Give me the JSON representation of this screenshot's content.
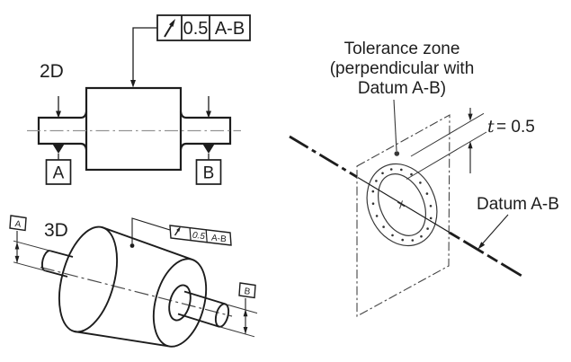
{
  "colors": {
    "line": "#1d1d1d",
    "thin": "#383838",
    "centerline_2d": "#949494",
    "centerline_3d": "#4a4a4a",
    "background": "#ffffff"
  },
  "view_2d": {
    "label": "2D",
    "fcf": {
      "symbol_icon": "circular-runout-arrow",
      "tolerance": "0.5",
      "datum": "A-B"
    },
    "datums": [
      {
        "label": "A"
      },
      {
        "label": "B"
      }
    ]
  },
  "view_3d": {
    "label": "3D",
    "fcf": {
      "symbol_icon": "circular-runout-arrow",
      "tolerance": "0.5",
      "datum": "A-B"
    },
    "datums": [
      {
        "label": "A"
      },
      {
        "label": "B"
      }
    ]
  },
  "tolerance_zone": {
    "caption_line1": "Tolerance zone",
    "caption_line2": "(perpendicular with",
    "caption_line3": "Datum A-B)",
    "t_symbol": "t",
    "t_value": "= 0.5",
    "axis_label": "Datum A-B"
  }
}
